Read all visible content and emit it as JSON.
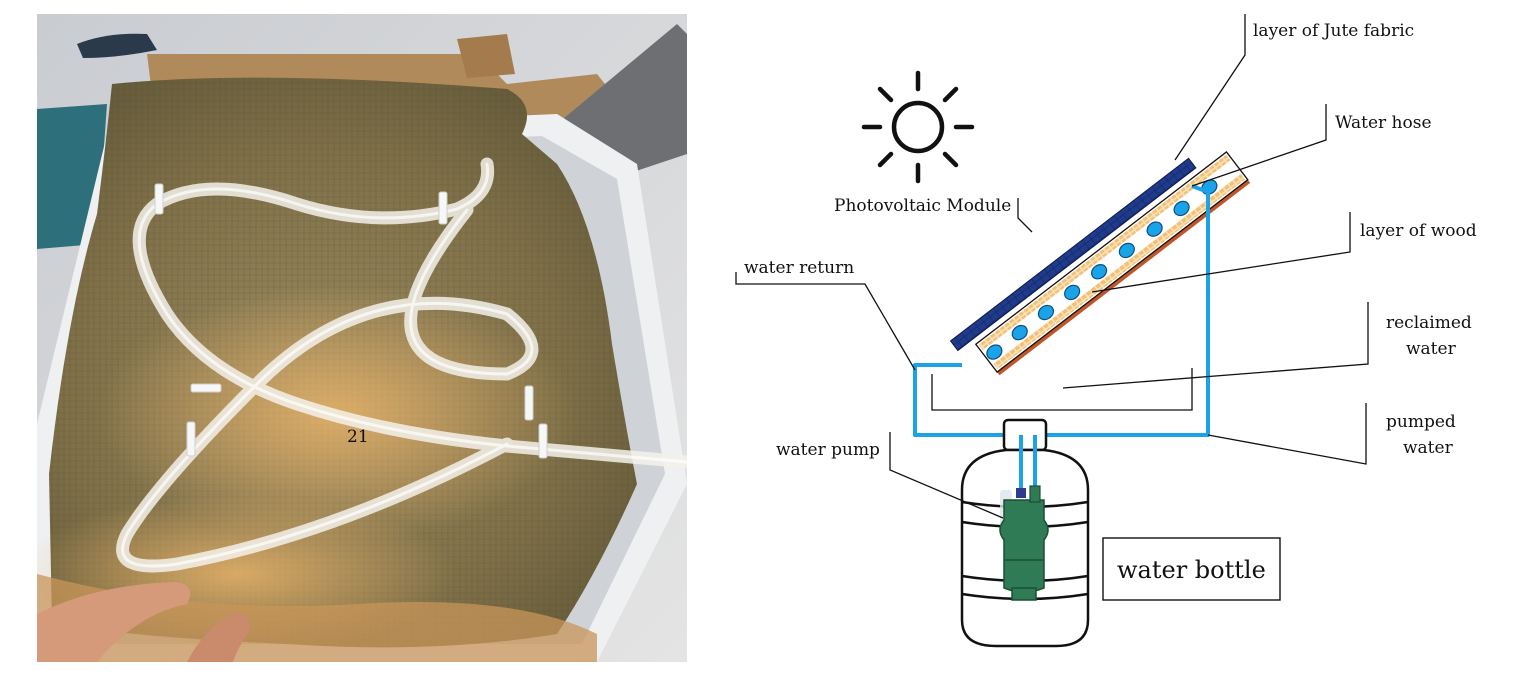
{
  "photo": {
    "overlay_number": "21"
  },
  "diagram": {
    "labels": {
      "jute": "layer of Jute fabric",
      "hose": "Water hose",
      "pv": "Photovoltaic Module",
      "wood": "layer of wood",
      "return": "water return",
      "reclaimed_1": "reclaimed",
      "reclaimed_2": "water",
      "pumped_1": "pumped",
      "pumped_2": "water",
      "pump": "water pump",
      "bottle": "water bottle"
    }
  },
  "colors": {
    "water_line": "#1aa3e8",
    "panel": "#1f3b8c",
    "jute": "#f5c983",
    "wood": "#c0562a",
    "pump": "#2e7b55",
    "burlap": "#8c7a52"
  }
}
